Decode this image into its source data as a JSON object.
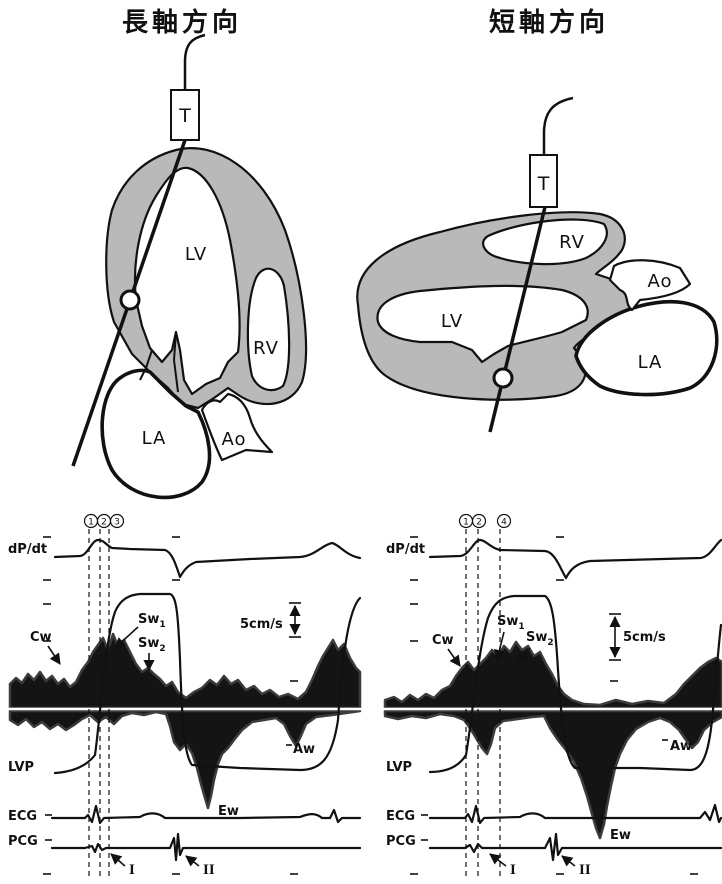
{
  "figures": {
    "long_axis": {
      "title": "長軸方向",
      "transducer": "T",
      "chambers": {
        "lv": "LV",
        "rv": "RV",
        "la": "LA",
        "ao": "Ao"
      }
    },
    "short_axis": {
      "title": "短軸方向",
      "transducer": "T",
      "chambers": {
        "lv": "LV",
        "rv": "RV",
        "la": "LA",
        "ao": "Ao"
      }
    }
  },
  "recordings": {
    "long_axis": {
      "time_markers": [
        "1",
        "2",
        "3"
      ],
      "channels": {
        "dpdt": "dP/dt",
        "lvp": "LVP",
        "ecg": "ECG",
        "pcg": "PCG"
      },
      "velocity_scale": "5cm/s",
      "waves": {
        "cw": "Cw",
        "sw1": {
          "base": "Sw",
          "sub": "1"
        },
        "sw2": {
          "base": "Sw",
          "sub": "2"
        },
        "aw": "Aw",
        "ew": "Ew"
      },
      "heart_sounds": {
        "first": "I",
        "second": "II"
      }
    },
    "short_axis": {
      "time_markers": [
        "1",
        "2",
        "4"
      ],
      "channels": {
        "dpdt": "dP/dt",
        "lvp": "LVP",
        "ecg": "ECG",
        "pcg": "PCG"
      },
      "velocity_scale": "5cm/s",
      "waves": {
        "cw": "Cw",
        "sw1": {
          "base": "Sw",
          "sub": "1"
        },
        "sw2": {
          "base": "Sw",
          "sub": "2"
        },
        "aw": "Aw",
        "ew": "Ew"
      },
      "heart_sounds": {
        "first": "I",
        "second": "II"
      }
    }
  },
  "colors": {
    "ink": "#111111",
    "myocardium": "#b9b9b9",
    "background": "#ffffff"
  }
}
